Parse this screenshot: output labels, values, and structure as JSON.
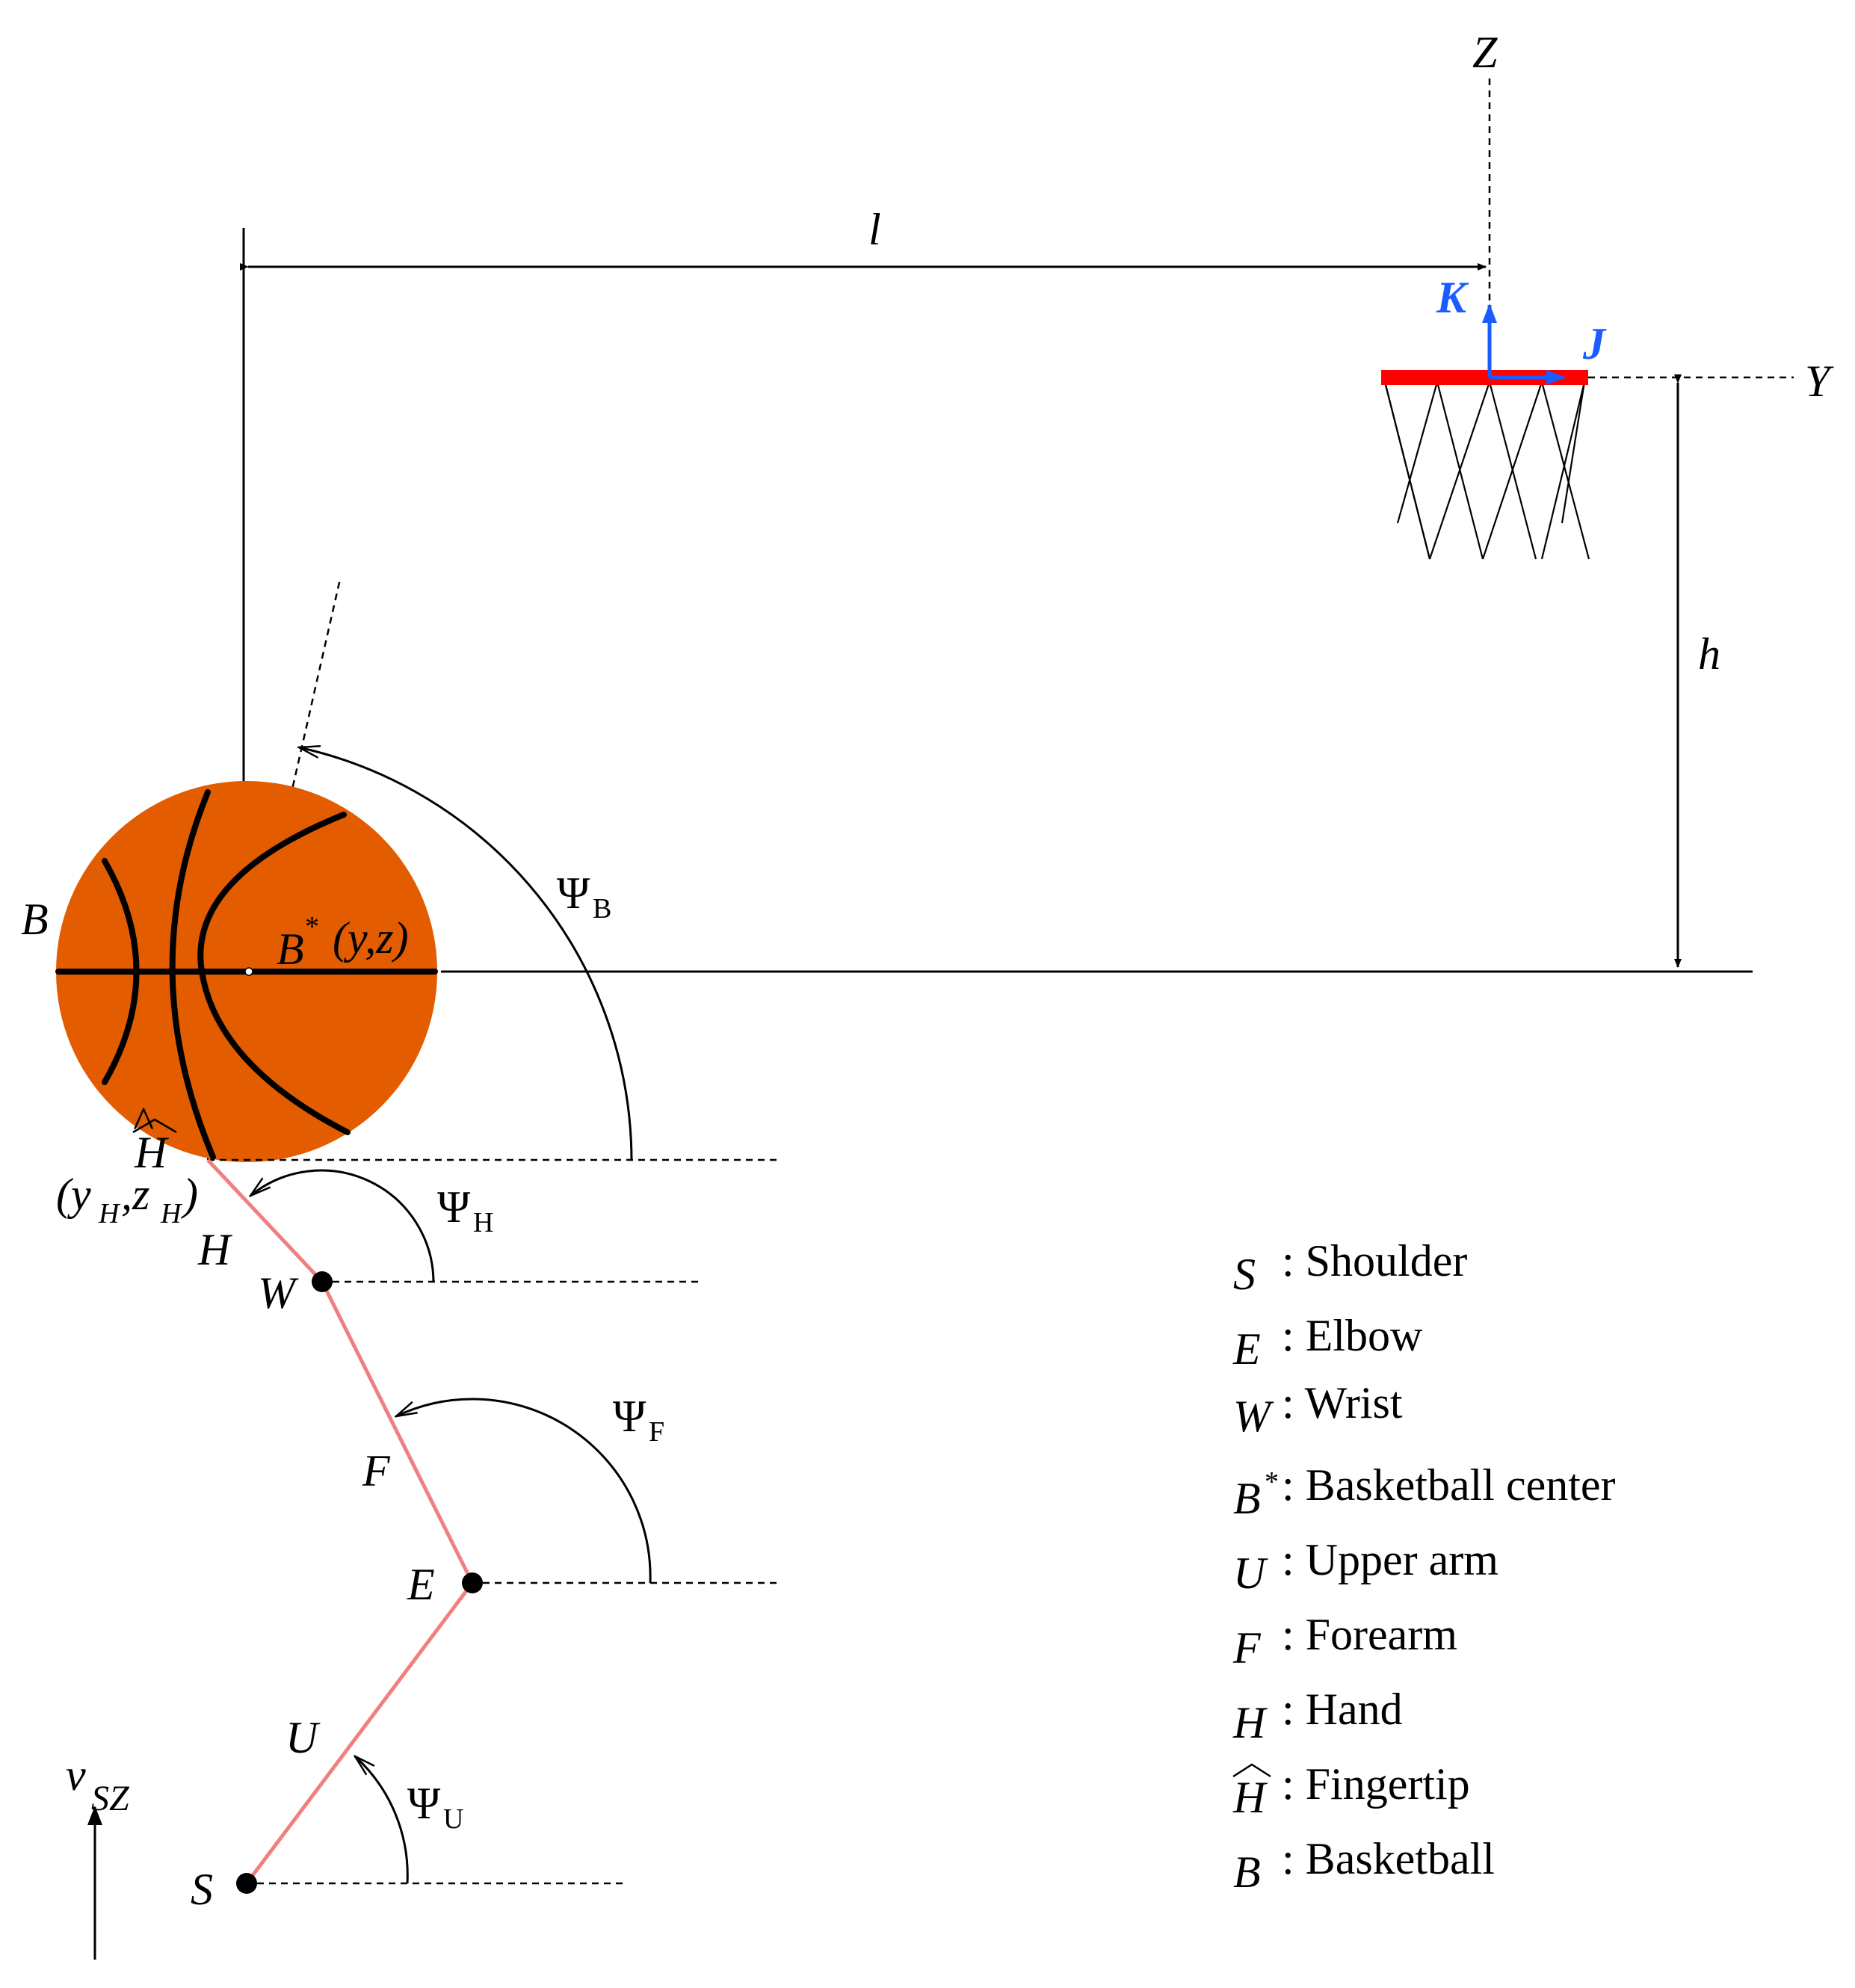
{
  "colors": {
    "ball": "#e35d00",
    "rim": "#ff0000",
    "axis_vectors": "#1a5cff",
    "arm": "#f08080"
  },
  "labels": {
    "Z": "Z",
    "Y": "Y",
    "K": "K",
    "J": "J",
    "l": "l",
    "h": "h",
    "B": "B",
    "Bstar": "B",
    "Bstar_sup": "*",
    "Bstar_coord": "(y,z)",
    "Hhat": "H",
    "Hhat_coord_open": "(y",
    "Hhat_coord_mid": ",z",
    "Hhat_coord_close": ")",
    "Hhat_coord_sub": "H",
    "H": "H",
    "W": "W",
    "F": "F",
    "E": "E",
    "U": "U",
    "S": "S",
    "psi": "Ψ",
    "psi_B_sub": "B",
    "psi_H_sub": "H",
    "psi_F_sub": "F",
    "psi_U_sub": "U",
    "v": "v",
    "v_sub": "SZ"
  },
  "legend": [
    {
      "symbol": "S",
      "sup": "",
      "text": ": Shoulder"
    },
    {
      "symbol": "E",
      "sup": "",
      "text": ": Elbow"
    },
    {
      "symbol": "W",
      "sup": "",
      "text": ": Wrist"
    },
    {
      "symbol": "B",
      "sup": "*",
      "text": ": Basketball center"
    },
    {
      "symbol": "U",
      "sup": "",
      "text": ": Upper arm"
    },
    {
      "symbol": "F",
      "sup": "",
      "text": ": Forearm"
    },
    {
      "symbol": "H",
      "sup": "",
      "text": ": Hand"
    },
    {
      "symbol": "H",
      "sup": "",
      "text": ": Fingertip",
      "hat": true
    },
    {
      "symbol": "B",
      "sup": "",
      "text": ": Basketball"
    }
  ]
}
